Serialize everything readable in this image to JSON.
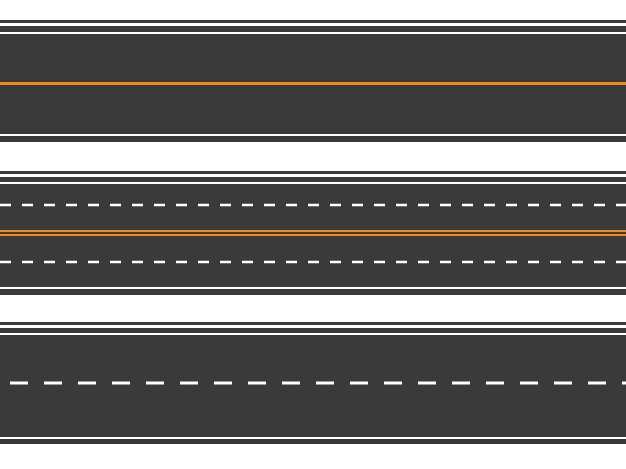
{
  "colors": {
    "background": "#ffffff",
    "asphalt": "#3a3a3a",
    "edge_line": "#ffffff",
    "lane_dash": "#ffffff",
    "center_line": "#f08a1c"
  },
  "roads": [
    {
      "name": "two-lane-road",
      "center_line": "solid-orange",
      "lane_dividers": 0
    },
    {
      "name": "four-lane-road",
      "center_line": "double-orange",
      "lane_dividers": 2
    },
    {
      "name": "two-lane-dashed-road",
      "center_line": "dashed-white",
      "lane_dividers": 0
    }
  ]
}
